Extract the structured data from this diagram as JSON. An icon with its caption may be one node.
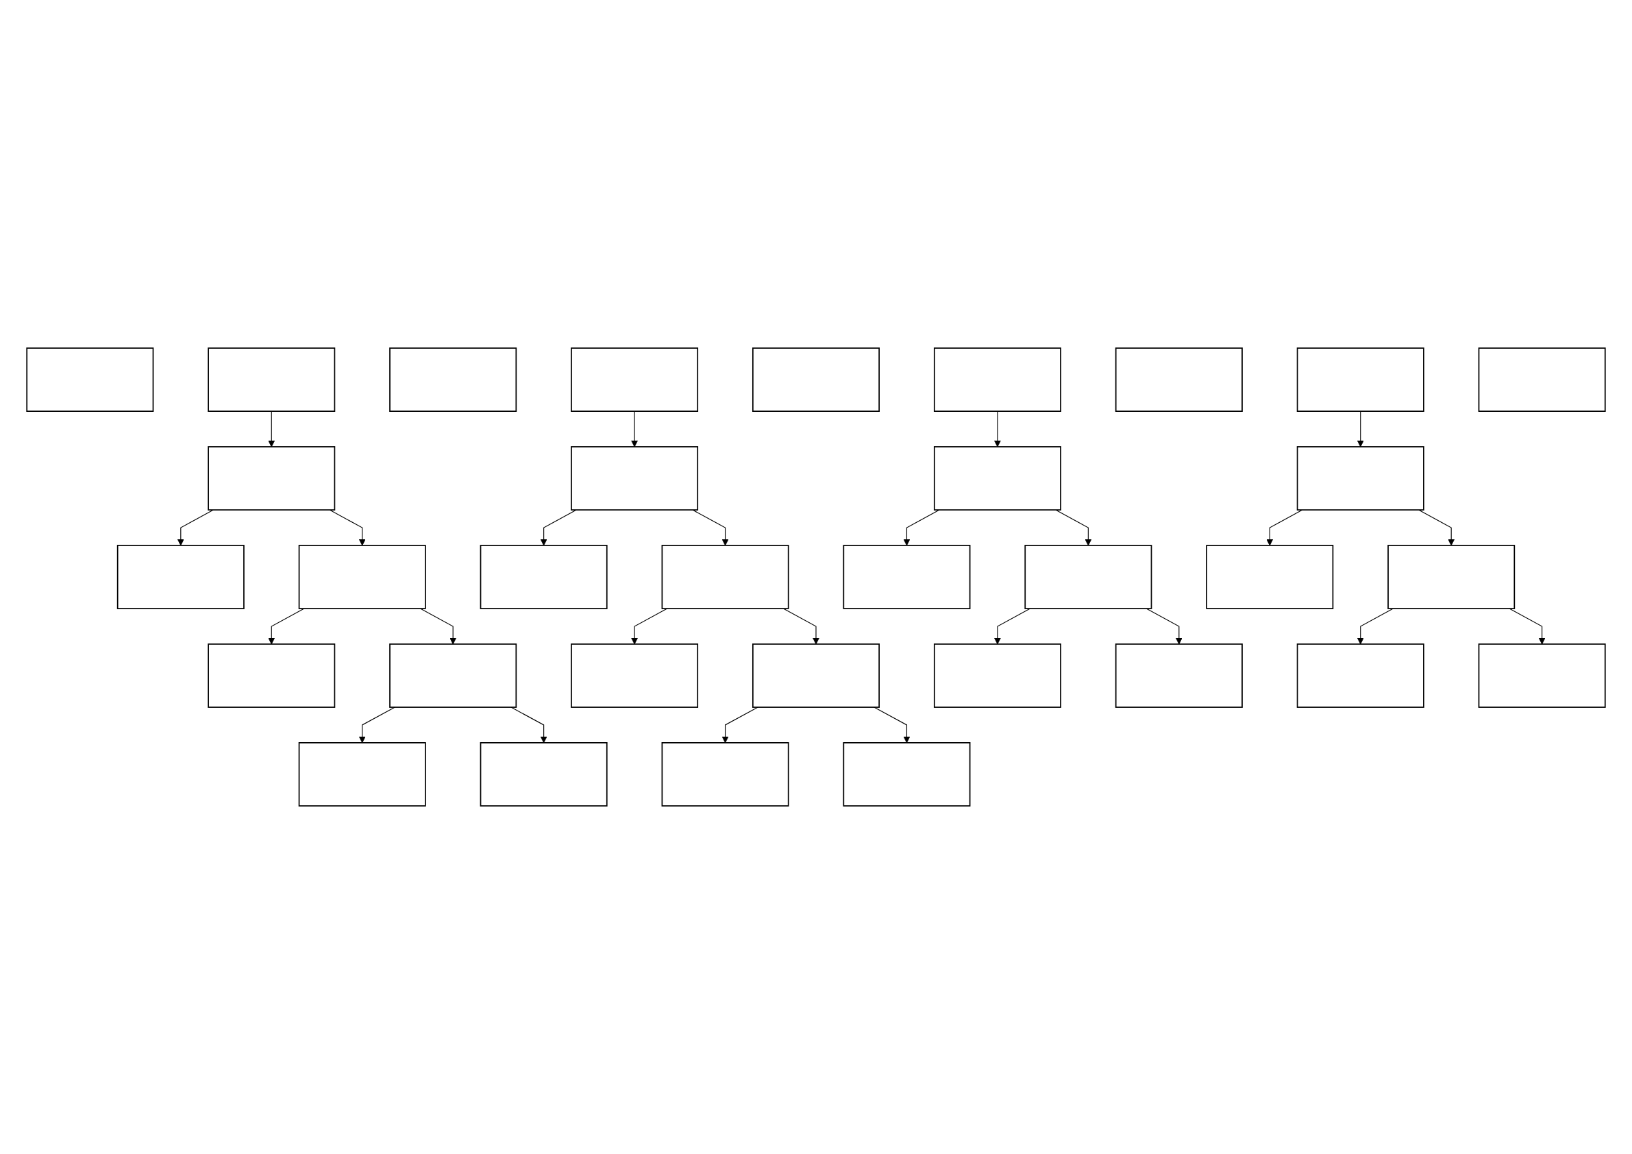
{
  "diagram": {
    "nodes": [
      {
        "text": [],
        "shape": "box"
      },
      {
        "text": [],
        "shape": "box"
      },
      {
        "text": [],
        "shape": "box"
      },
      {
        "text": [],
        "shape": "box"
      },
      {
        "text": [],
        "shape": "box"
      },
      {
        "text": [],
        "shape": "box"
      },
      {
        "text": [],
        "shape": "box"
      },
      {
        "text": [],
        "shape": "box"
      },
      {
        "text": [],
        "shape": "box"
      },
      {
        "text": [],
        "shape": "box"
      },
      {
        "text": [],
        "shape": "box"
      },
      {
        "text": [],
        "shape": "box"
      },
      {
        "text": [],
        "shape": "box"
      },
      {
        "text": [],
        "shape": "box"
      },
      {
        "text": [],
        "shape": "box"
      },
      {
        "text": [],
        "shape": "box"
      },
      {
        "text": [],
        "shape": "box"
      },
      {
        "text": [],
        "shape": "box"
      },
      {
        "text": [],
        "shape": "box"
      },
      {
        "text": [],
        "shape": "box"
      },
      {
        "text": [],
        "shape": "box"
      },
      {
        "text": [],
        "shape": "box"
      },
      {
        "text": [],
        "shape": "box"
      },
      {
        "text": [],
        "shape": "box"
      },
      {
        "text": [],
        "shape": "box"
      },
      {
        "text": [],
        "shape": "box"
      },
      {
        "text": [],
        "shape": "box"
      },
      {
        "text": [],
        "shape": "box"
      },
      {
        "text": [],
        "shape": "box"
      },
      {
        "text": [],
        "shape": "box"
      },
      {
        "text": [],
        "shape": "box"
      },
      {
        "text": [],
        "shape": "box"
      },
      {
        "text": [],
        "shape": "box"
      }
    ],
    "edges": [
      {
        "from": 1,
        "to": 2,
        "arrow": "to"
      },
      {
        "from": 2,
        "to": 3,
        "arrow": "to"
      },
      {
        "from": 2,
        "to": 4,
        "arrow": "to"
      },
      {
        "from": 4,
        "to": 5,
        "arrow": "to"
      },
      {
        "from": 4,
        "to": 6,
        "arrow": "to"
      },
      {
        "from": 6,
        "to": 7,
        "arrow": "to"
      },
      {
        "from": 6,
        "to": 8,
        "arrow": "to"
      },
      {
        "from": 10,
        "to": 11,
        "arrow": "to"
      },
      {
        "from": 11,
        "to": 12,
        "arrow": "to"
      },
      {
        "from": 11,
        "to": 13,
        "arrow": "to"
      },
      {
        "from": 13,
        "to": 14,
        "arrow": "to"
      },
      {
        "from": 13,
        "to": 15,
        "arrow": "to"
      },
      {
        "from": 15,
        "to": 16,
        "arrow": "to"
      },
      {
        "from": 15,
        "to": 17,
        "arrow": "to"
      },
      {
        "from": 19,
        "to": 20,
        "arrow": "to"
      },
      {
        "from": 20,
        "to": 21,
        "arrow": "to"
      },
      {
        "from": 20,
        "to": 22,
        "arrow": "to"
      },
      {
        "from": 22,
        "to": 23,
        "arrow": "to"
      },
      {
        "from": 22,
        "to": 24,
        "arrow": "to"
      },
      {
        "from": 26,
        "to": 27,
        "arrow": "to"
      },
      {
        "from": 27,
        "to": 28,
        "arrow": "to"
      },
      {
        "from": 27,
        "to": 29,
        "arrow": "to"
      },
      {
        "from": 29,
        "to": 30,
        "arrow": "to"
      },
      {
        "from": 29,
        "to": 31,
        "arrow": "to"
      }
    ]
  }
}
